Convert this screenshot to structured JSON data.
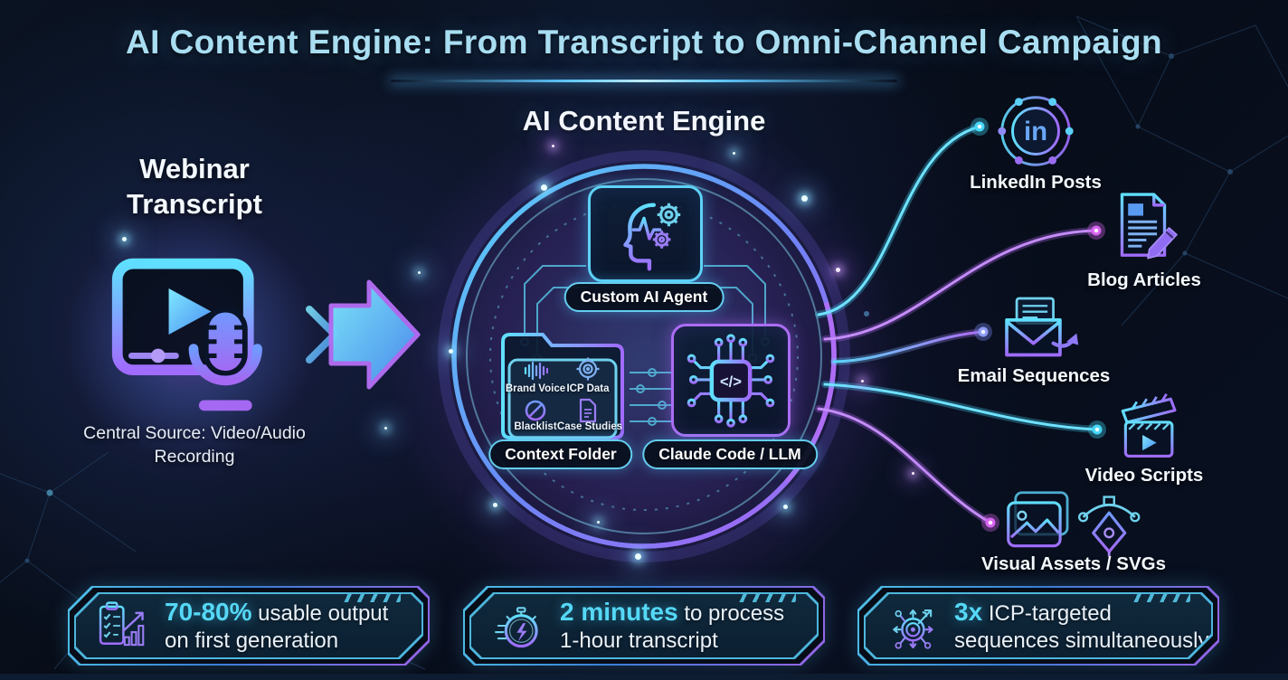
{
  "title": "AI Content Engine: From Transcript to Omni-Channel Campaign",
  "source": {
    "heading": "Webinar Transcript",
    "caption": "Central Source: Video/Audio Recording",
    "icon": "video-player-mic-icon"
  },
  "flow": {
    "arrow_icon": "flow-arrow-right-icon"
  },
  "engine": {
    "heading": "AI Content Engine",
    "agent": {
      "label": "Custom AI Agent",
      "icon": "head-gears-icon"
    },
    "context_folder": {
      "label": "Context Folder",
      "icon": "folder-icon",
      "items": [
        {
          "label": "Brand Voice",
          "icon": "waveform-icon"
        },
        {
          "label": "ICP Data",
          "icon": "target-icon"
        },
        {
          "label": "Blacklist",
          "icon": "prohibition-icon"
        },
        {
          "label": "Case Studies",
          "icon": "document-icon"
        }
      ]
    },
    "llm": {
      "label": "Claude Code / LLM",
      "icon": "chip-code-icon"
    }
  },
  "outputs": [
    {
      "label": "LinkedIn Posts",
      "icon": "linkedin-icon"
    },
    {
      "label": "Blog Articles",
      "icon": "blog-article-pencil-icon"
    },
    {
      "label": "Email Sequences",
      "icon": "email-send-icon"
    },
    {
      "label": "Video Scripts",
      "icon": "clapperboard-play-icon"
    },
    {
      "label": "Visual Assets / SVGs",
      "icon": "image-and-pen-tool-icon"
    }
  ],
  "stats": [
    {
      "value": "70-80%",
      "text": " usable output",
      "line2": "on first generation",
      "icon": "checklist-growth-icon"
    },
    {
      "value": "2 minutes",
      "text": " to process",
      "line2": "1-hour transcript",
      "icon": "stopwatch-bolt-icon"
    },
    {
      "value": "3x",
      "text": " ICP-targeted",
      "line2": "sequences simultaneously",
      "icon": "target-arrows-icon"
    }
  ],
  "colors": {
    "accent_cyan": "#4fd6f7",
    "accent_purple": "#a86df5",
    "title": "#a9def2",
    "background": "#070c18",
    "panel": "#0b1f31"
  }
}
